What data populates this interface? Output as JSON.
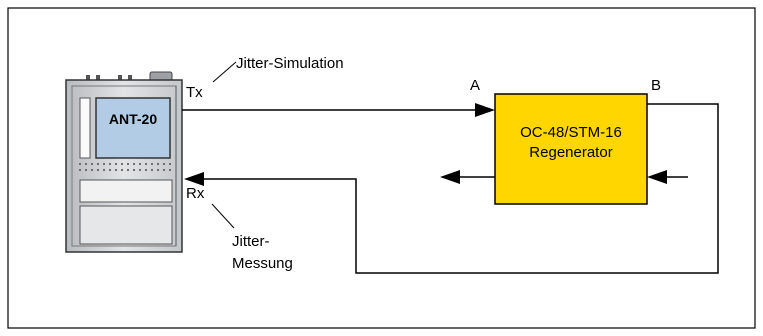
{
  "device": {
    "name": "ANT-20",
    "tx_label": "Tx",
    "rx_label": "Rx"
  },
  "annotations": {
    "jitter_simulation": "Jitter-Simulation",
    "jitter_measure_line1": "Jitter-",
    "jitter_measure_line2": "Messung"
  },
  "regenerator": {
    "line1": "OC-48/STM-16",
    "line2": "Regenerator",
    "port_a": "A",
    "port_b": "B",
    "fill": "#FFD600"
  }
}
